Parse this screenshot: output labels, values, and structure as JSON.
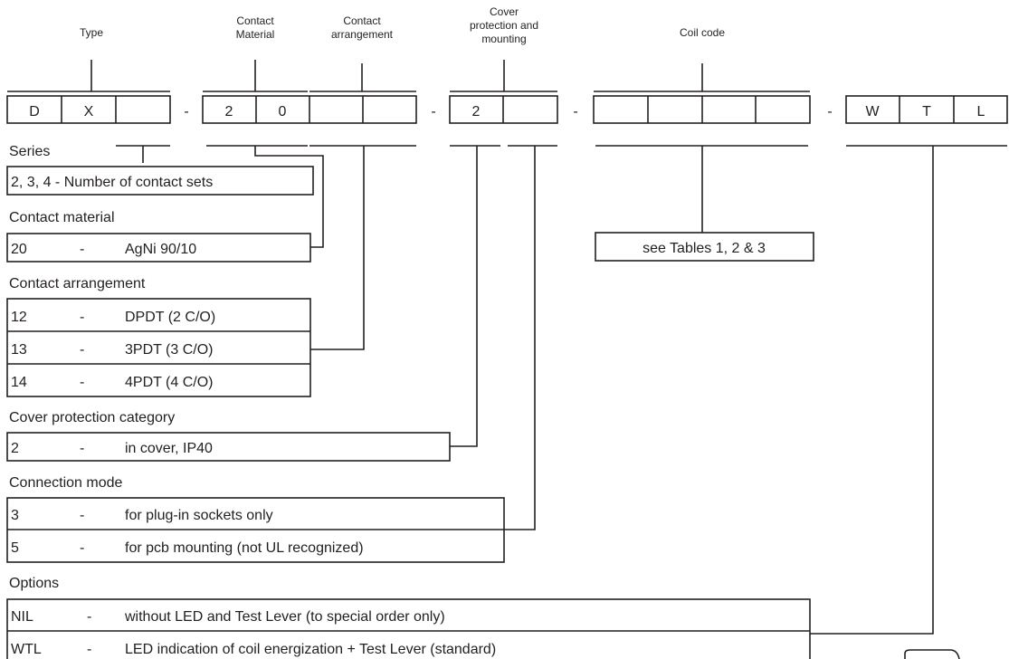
{
  "headers": {
    "type": "Type",
    "contact_material": [
      "Contact",
      "Material"
    ],
    "contact_arrangement": [
      "Contact",
      "arrangement"
    ],
    "cover": [
      "Cover",
      "protection and",
      "mounting"
    ],
    "coil_code": "Coil code"
  },
  "code_cells": {
    "type": [
      "D",
      "X",
      ""
    ],
    "contact": [
      "2",
      "0",
      "",
      ""
    ],
    "cover": [
      "2",
      ""
    ],
    "coil": [
      "",
      "",
      "",
      ""
    ],
    "options": [
      "W",
      "T",
      "L"
    ]
  },
  "separator": "-",
  "sections": {
    "series": {
      "title": "Series",
      "rows": [
        [
          "2, 3, 4 - Number of contact sets"
        ]
      ]
    },
    "contact_material": {
      "title": "Contact material",
      "rows": [
        [
          "20",
          "-",
          "AgNi 90/10"
        ]
      ]
    },
    "contact_arrangement": {
      "title": "Contact arrangement",
      "rows": [
        [
          "12",
          "-",
          "DPDT (2 C/O)"
        ],
        [
          "13",
          "-",
          "3PDT (3 C/O)"
        ],
        [
          "14",
          "-",
          "4PDT (4 C/O)"
        ]
      ]
    },
    "cover_protection": {
      "title": "Cover protection category",
      "rows": [
        [
          "2",
          "-",
          "in cover, IP40"
        ]
      ]
    },
    "connection_mode": {
      "title": "Connection mode",
      "rows": [
        [
          "3",
          "-",
          "for plug-in sockets only"
        ],
        [
          "5",
          "-",
          "for pcb mounting (not UL recognized)"
        ]
      ]
    },
    "options": {
      "title": "Options",
      "rows": [
        [
          "NIL",
          "-",
          "without LED and Test Lever (to special order only)"
        ],
        [
          "WTL",
          "-",
          "LED indication of coil energization + Test Lever (standard)"
        ]
      ]
    }
  },
  "coil_note": "see Tables 1, 2 & 3"
}
